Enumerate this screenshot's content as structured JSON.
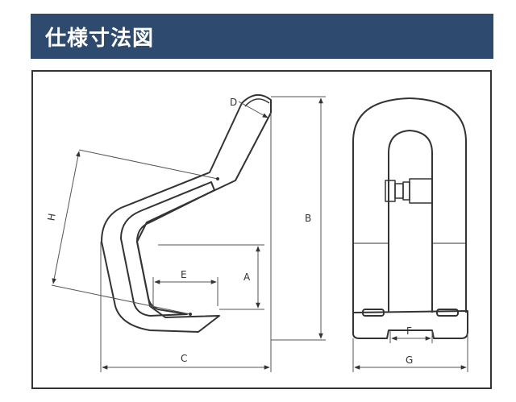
{
  "header": {
    "title": "仕様寸法図"
  },
  "colors": {
    "header_bg": "#2f4a6f",
    "header_text": "#ffffff",
    "line": "#333333"
  },
  "dimensions": {
    "A": "A",
    "B": "B",
    "C": "C",
    "D": "D",
    "E": "E",
    "F": "F",
    "G": "G",
    "H": "H"
  }
}
